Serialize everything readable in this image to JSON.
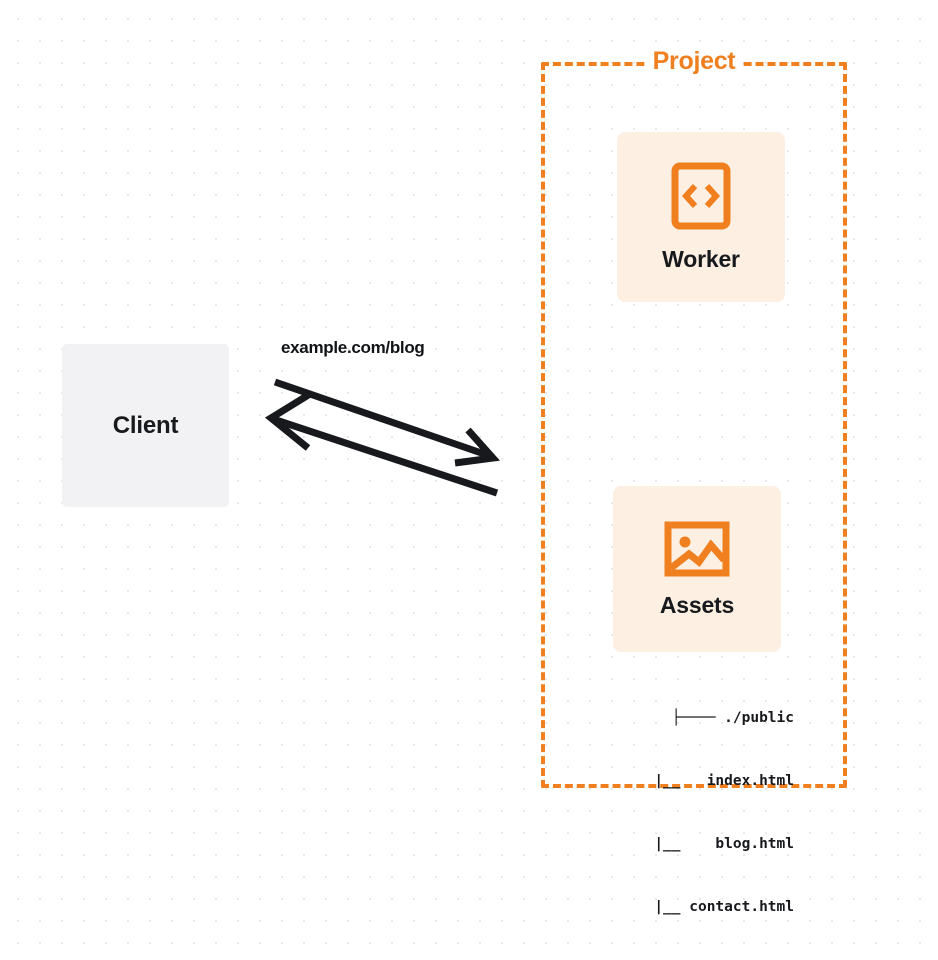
{
  "diagram": {
    "type": "architecture-flow",
    "background": {
      "style": "dot-grid",
      "dot_color": "#e9e9ea",
      "page_color": "#ffffff"
    },
    "colors": {
      "accent_orange": "#ef7f1f",
      "card_peach": "#fdf0e3",
      "client_gray": "#f2f2f4",
      "text_dark": "#17191c"
    }
  },
  "client": {
    "label": "Client",
    "icon": "none"
  },
  "connector": {
    "label": "example.com/blog",
    "direction": "bidirectional",
    "arrows": [
      {
        "name": "request-arrow",
        "points_to": "project",
        "direction": "right"
      },
      {
        "name": "response-arrow",
        "points_to": "client",
        "direction": "left"
      }
    ]
  },
  "project": {
    "title": "Project",
    "border_style": "dashed",
    "nodes": [
      {
        "id": "worker",
        "label": "Worker",
        "icon": "code-brackets-icon"
      },
      {
        "id": "assets",
        "label": "Assets",
        "icon": "image-icon"
      }
    ]
  },
  "assets_tree": {
    "rows": [
      "├──── ./public",
      "     |__   index.html",
      "     |__    blog.html",
      "     |__ contact.html"
    ],
    "entries": [
      {
        "name": "./public",
        "type": "directory"
      },
      {
        "name": "index.html",
        "type": "file"
      },
      {
        "name": "blog.html",
        "type": "file"
      },
      {
        "name": "contact.html",
        "type": "file"
      }
    ]
  }
}
